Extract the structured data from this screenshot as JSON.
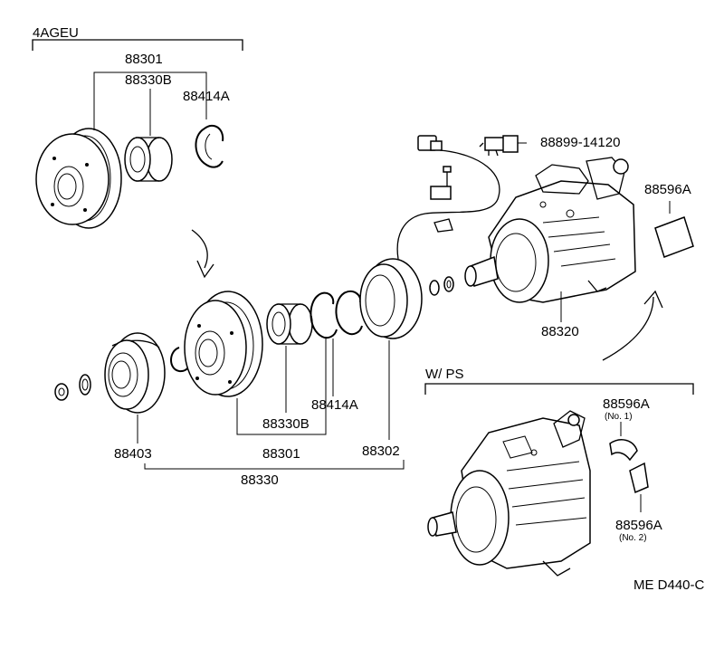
{
  "section_4ageu": {
    "label": "4AGEU"
  },
  "section_wps": {
    "label": "W/ PS"
  },
  "parts": {
    "clutch_assy_upper": "88301",
    "bearing_upper": "88330B",
    "snap_ring_upper": "88414A",
    "wire_harness": "88899-14120",
    "label_plate": "88596A",
    "compressor": "88320",
    "snap_ring_lower": "88414A",
    "bearing_lower": "88330B",
    "clutch_assy_lower": "88301",
    "stator": "88302",
    "hub": "88403",
    "clutch_kit": "88330",
    "label_no1": "88596A",
    "label_no1_note": "(No. 1)",
    "label_no2": "88596A",
    "label_no2_note": "(No. 2)"
  },
  "figure_code": "ME  D440-C"
}
